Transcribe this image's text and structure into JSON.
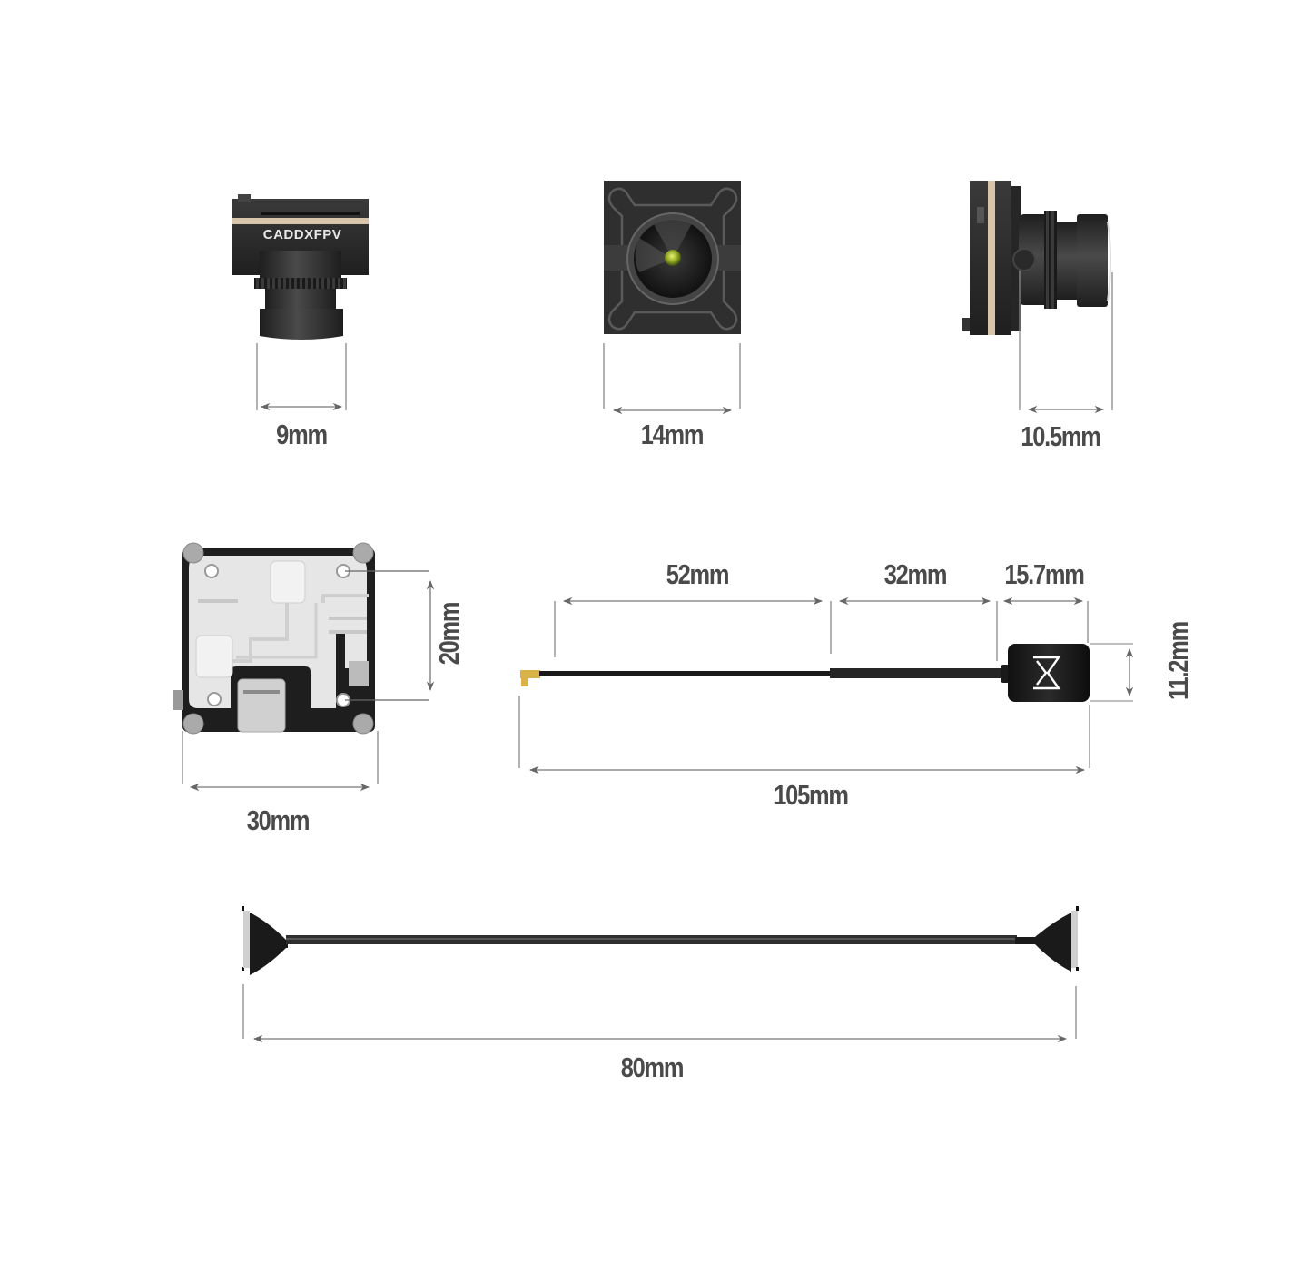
{
  "title": "Camera & VTX dimension drawing",
  "colors": {
    "dimension_line": "#777777",
    "label_text": "#4a4a4a",
    "camera_body": "#2b2b2b",
    "camera_accent_band": "#d8c4a8",
    "vtx_heatsink": "#e4e4e4",
    "antenna_connector_gold": "#d9b24a"
  },
  "parts": {
    "camera_front": {
      "name": "Camera (top view)",
      "brand_text": "CADDXFPV",
      "dimension": "9mm"
    },
    "camera_lens": {
      "name": "Camera (front view)",
      "dimension": "14mm"
    },
    "camera_side": {
      "name": "Camera (side view)",
      "dimension": "10.5mm"
    },
    "vtx": {
      "name": "VTX board",
      "width_dimension": "30mm",
      "mount_dimension": "20mm"
    },
    "antenna": {
      "name": "Antenna",
      "segments": [
        {
          "label": "52mm"
        },
        {
          "label": "32mm"
        },
        {
          "label": "15.7mm"
        }
      ],
      "total_length": "105mm",
      "head_diameter": "11.2mm",
      "logo": "sigma-hourglass-logo"
    },
    "cable": {
      "name": "Coaxial cable",
      "length": "80mm"
    }
  }
}
